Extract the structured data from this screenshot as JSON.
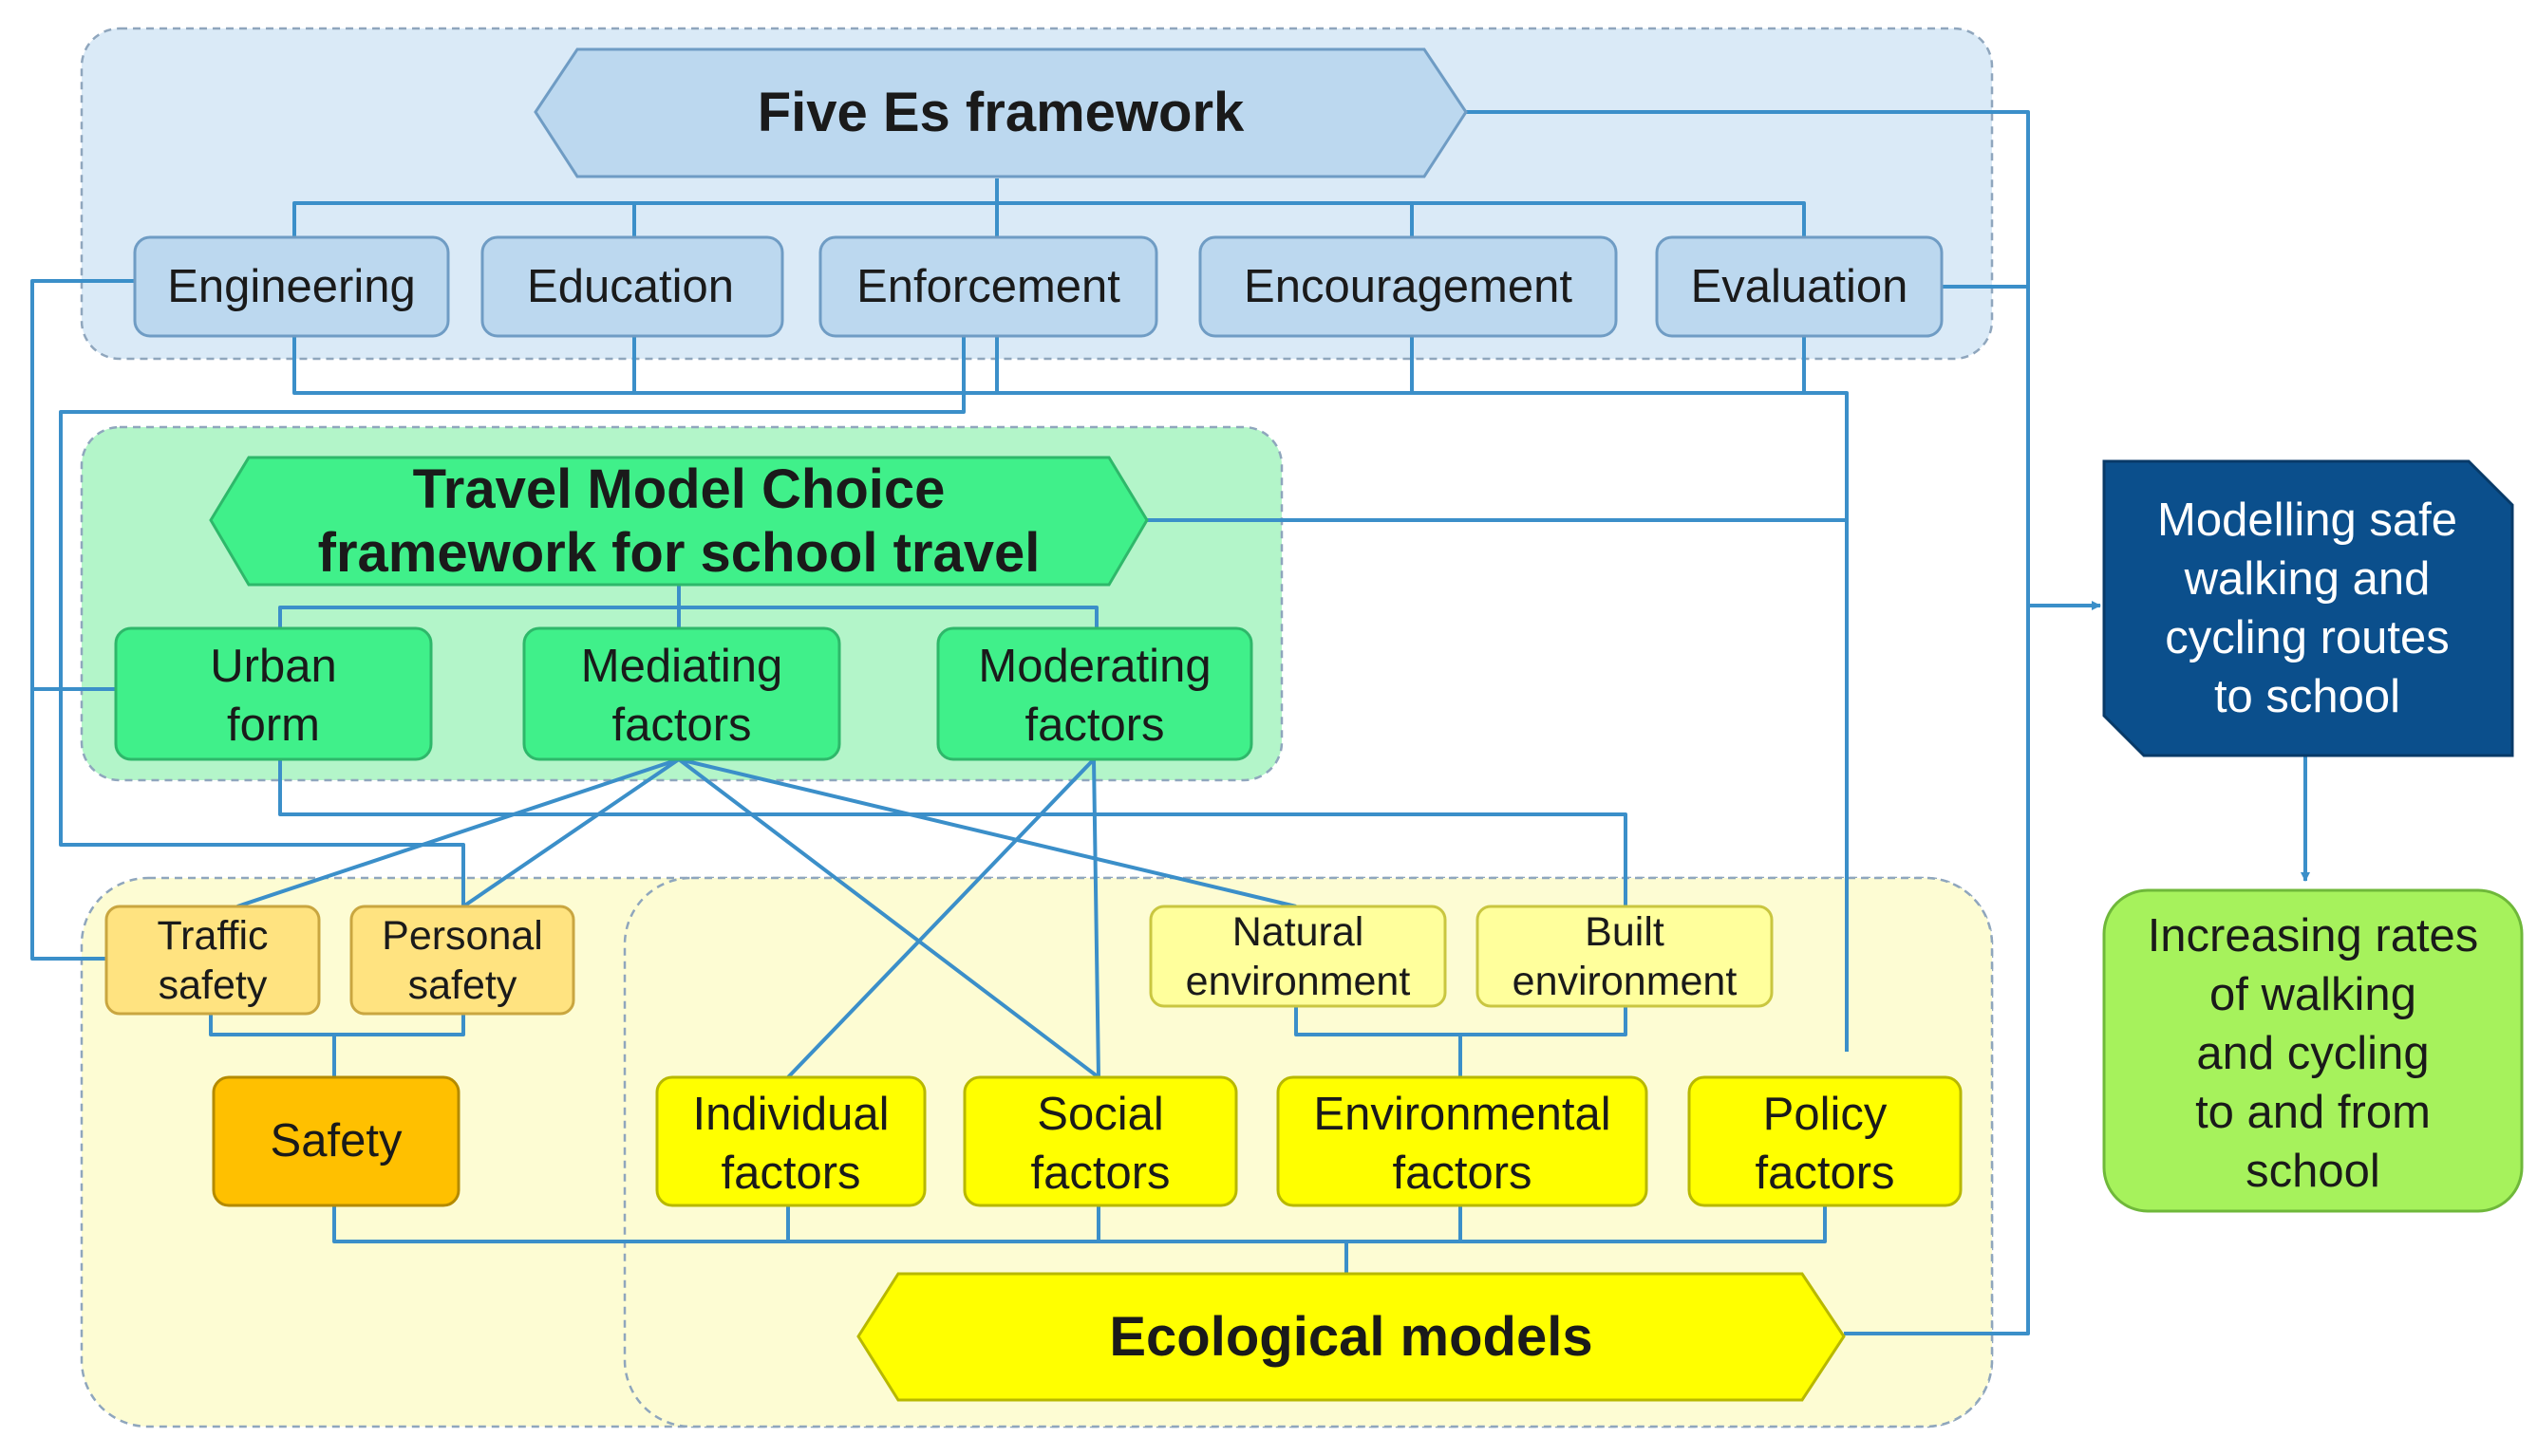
{
  "five_es": {
    "title": "Five Es framework",
    "items": [
      "Engineering",
      "Education",
      "Enforcement",
      "Encouragement",
      "Evaluation"
    ]
  },
  "travel_mode": {
    "title_line1": "Travel Model Choice",
    "title_line2": "framework for school travel",
    "items": [
      {
        "line1": "Urban",
        "line2": "form"
      },
      {
        "line1": "Mediating",
        "line2": "factors"
      },
      {
        "line1": "Moderating",
        "line2": "factors"
      }
    ]
  },
  "safety": {
    "traffic": {
      "line1": "Traffic",
      "line2": "safety"
    },
    "personal": {
      "line1": "Personal",
      "line2": "safety"
    },
    "label": "Safety"
  },
  "environment": {
    "natural": {
      "line1": "Natural",
      "line2": "environment"
    },
    "built": {
      "line1": "Built",
      "line2": "environment"
    }
  },
  "ecological": {
    "title": "Ecological models",
    "factors": [
      {
        "line1": "Individual",
        "line2": "factors"
      },
      {
        "line1": "Social",
        "line2": "factors"
      },
      {
        "line1": "Environmental",
        "line2": "factors"
      },
      {
        "line1": "Policy",
        "line2": "factors"
      }
    ]
  },
  "outcomes": {
    "modelling": [
      "Modelling safe",
      "walking and",
      "cycling routes",
      "to school"
    ],
    "increasing": [
      "Increasing rates",
      "of walking",
      "and cycling",
      "to and from",
      "school"
    ]
  },
  "colors": {
    "five_es_region": "#daeaf7",
    "five_es_box": "#bcd8ef",
    "travel_region": "#b3f5c9",
    "travel_box": "#40f08a",
    "eco_region": "#fdfcd3",
    "yellow_box": "#ffff00",
    "light_yellow_box": "#ffff9c",
    "safety_sub": "#ffe380",
    "safety_box": "#ffc000",
    "connector": "#3b8fc9",
    "modelling_box": "#0b4f8c",
    "increasing_box": "#a6f25c"
  }
}
